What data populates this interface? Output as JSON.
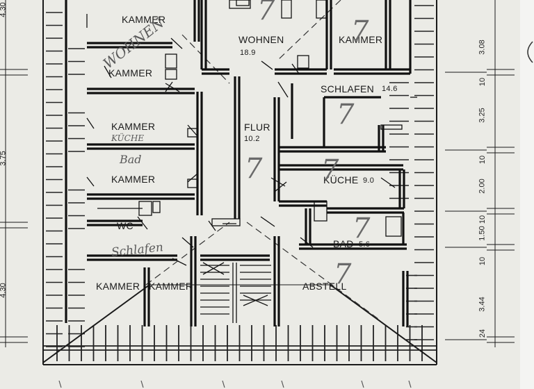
{
  "rooms": {
    "kammer_1": "KAMMER",
    "kammer_2": "KAMMER",
    "kammer_3": "KAMMER",
    "kammer_4": "KAMMER",
    "kammer_5": "KAMMER",
    "kammer_6": "KAMMER",
    "kammer_7": "KAMMER",
    "wohnen": "WOHNEN",
    "wohnen_area": "18.9",
    "schlafen": "SCHLAFEN",
    "schlafen_area": "14.6",
    "flur": "FLUR",
    "flur_area": "10.2",
    "kueche": "KÜCHE",
    "kueche_area": "9.0",
    "bad_right": "BAD",
    "bad_right_area": "5.6",
    "bad_left": "BAD",
    "wc": "WC",
    "abstell": "ABSTELL"
  },
  "handwriting": {
    "wohnen_note": "WOHNEN",
    "kueche_note": "KÜCHE",
    "schlafen_note": "Schlafen",
    "bad_note": "Bad"
  },
  "dimensions": {
    "d1": "3.08",
    "d2": "10",
    "d3": "3.25",
    "d4": "10",
    "d5": "2.00",
    "d6": "10",
    "d7": "1.50",
    "d8": "10",
    "d9": "3.44",
    "d10": "24",
    "left_1": "4.30",
    "left_2": "3.75",
    "left_3": "4.30"
  },
  "marks": {
    "m1": "7",
    "m2": "7",
    "m3": "7",
    "m4": "7",
    "m5": "7",
    "m6": "7",
    "m7": "7"
  },
  "colors": {
    "paper": "#ebebe6",
    "ink": "#1c1c1c",
    "pencil": "#6a6a6a"
  }
}
